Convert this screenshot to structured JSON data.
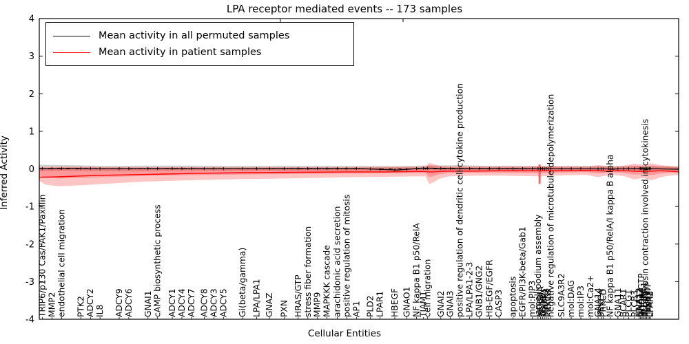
{
  "chart_data": {
    "type": "line",
    "title": "LPA receptor mediated events -- 173 samples",
    "xlabel": "Cellular Entities",
    "ylabel": "Inferred Activity",
    "ylim": [
      -4,
      4
    ],
    "yticks": [
      4,
      3,
      2,
      1,
      0,
      -1,
      -2,
      -3,
      -4
    ],
    "grid": false,
    "legend_position": "upper left",
    "legend": [
      {
        "label": "Mean activity in all permuted samples",
        "color": "#000000"
      },
      {
        "label": "Mean activity in patient samples",
        "color": "#ff0000"
      }
    ],
    "zero_line": {
      "y": 0,
      "style": "dash-dot",
      "color": "#000000"
    },
    "entities": [
      {
        "label": "TRIP6/p130 Cas/FAK1/Paxillin",
        "x": 0.005
      },
      {
        "label": "MMP2",
        "x": 0.02
      },
      {
        "label": "endothelial cell migration",
        "x": 0.035
      },
      {
        "label": "PTK2",
        "x": 0.065
      },
      {
        "label": "ADCY2",
        "x": 0.08
      },
      {
        "label": "IL8",
        "x": 0.095
      },
      {
        "label": "ADCY9",
        "x": 0.125
      },
      {
        "label": "ADCY6",
        "x": 0.14
      },
      {
        "label": "GNAI1",
        "x": 0.17
      },
      {
        "label": "cAMP biosynthetic process",
        "x": 0.185
      },
      {
        "label": "ADCY1",
        "x": 0.208
      },
      {
        "label": "ADCY4",
        "x": 0.223
      },
      {
        "label": "ADCY7",
        "x": 0.238
      },
      {
        "label": "ADCY8",
        "x": 0.258
      },
      {
        "label": "ADCY3",
        "x": 0.273
      },
      {
        "label": "ADCY5",
        "x": 0.288
      },
      {
        "label": "Gi(beta/gamma)",
        "x": 0.318
      },
      {
        "label": "LPA/LPA1",
        "x": 0.34
      },
      {
        "label": "GNAZ",
        "x": 0.36
      },
      {
        "label": "PXN",
        "x": 0.383
      },
      {
        "label": "HRAS/GTP",
        "x": 0.405
      },
      {
        "label": "stress fiber formation",
        "x": 0.42
      },
      {
        "label": "MMP9",
        "x": 0.435
      },
      {
        "label": "MAPKKK cascade",
        "x": 0.45
      },
      {
        "label": "arachidonic acid secretion",
        "x": 0.466
      },
      {
        "label": "positive regulation of mitosis",
        "x": 0.481
      },
      {
        "label": "AP1",
        "x": 0.496
      },
      {
        "label": "PLD2",
        "x": 0.518
      },
      {
        "label": "LPAR1",
        "x": 0.533
      },
      {
        "label": "HBEGF",
        "x": 0.556
      },
      {
        "label": "GNAO1",
        "x": 0.575
      },
      {
        "label": "NF kappa B1 p50/RelA",
        "x": 0.59
      },
      {
        "label": "TIAM1",
        "x": 0.601
      },
      {
        "label": "cell migration",
        "x": 0.607
      },
      {
        "label": "GNAI2",
        "x": 0.628
      },
      {
        "label": "GNAI3",
        "x": 0.643
      },
      {
        "label": "positive regulation of dendritic cell cytokine production",
        "x": 0.658
      },
      {
        "label": "LPA/LPA1-2-3",
        "x": 0.673
      },
      {
        "label": "GNB1/GNG2",
        "x": 0.688
      },
      {
        "label": "HB-EGF/EGFR",
        "x": 0.704
      },
      {
        "label": "CASP3",
        "x": 0.719
      },
      {
        "label": "apoptosis",
        "x": 0.741
      },
      {
        "label": "EGFR/PI3K-beta/Gab1",
        "x": 0.756
      },
      {
        "label": "mol:PIP3",
        "x": 0.771
      },
      {
        "label": "lamellipodium assembly",
        "x": 0.78
      },
      {
        "label": "NFKBIA",
        "x": 0.784
      },
      {
        "label": "TRIP6",
        "x": 0.787
      },
      {
        "label": "MAPK1",
        "x": 0.79
      },
      {
        "label": "MAPK3",
        "x": 0.793
      },
      {
        "label": "PRKCB",
        "x": 0.796
      },
      {
        "label": "negative regulation of microtubule depolymerization",
        "x": 0.8
      },
      {
        "label": "SLC9A3R2",
        "x": 0.817
      },
      {
        "label": "mol:DAG",
        "x": 0.832
      },
      {
        "label": "mol:IP3",
        "x": 0.847
      },
      {
        "label": "mol:Ca2+",
        "x": 0.862
      },
      {
        "label": "GNA14",
        "x": 0.874
      },
      {
        "label": "PRKCA",
        "x": 0.879
      },
      {
        "label": "PRKCD",
        "x": 0.882
      },
      {
        "label": "NF kappa B1 p50/RelA/I kappa B alpha",
        "x": 0.893
      },
      {
        "label": "GNA11",
        "x": 0.905
      },
      {
        "label": "BCAR1",
        "x": 0.914
      },
      {
        "label": "PLCG1",
        "x": 0.922
      },
      {
        "label": "PLCB3",
        "x": 0.931
      },
      {
        "label": "GNA12",
        "x": 0.938
      },
      {
        "label": "GNA13",
        "x": 0.94
      },
      {
        "label": "RHOA/GTP",
        "x": 0.942
      },
      {
        "label": "ROCK1",
        "x": 0.944
      },
      {
        "label": "PLCB1",
        "x": 0.946
      },
      {
        "label": "actomyosin contraction involved in cytokinesis",
        "x": 0.948
      },
      {
        "label": "PLCB2",
        "x": 0.95
      },
      {
        "label": "mol:GTP",
        "x": 0.952
      },
      {
        "label": "LPAR2",
        "x": 0.954
      },
      {
        "label": "LPAR3",
        "x": 0.956
      }
    ],
    "series": [
      {
        "name": "Mean activity in all permuted samples",
        "color": "#000000",
        "band_color": "#999999",
        "band_opacity": 0.45,
        "x": [
          0.0,
          0.05,
          0.1,
          0.2,
          0.3,
          0.4,
          0.5,
          0.56,
          0.6,
          0.66,
          0.7,
          0.8,
          0.9,
          0.95,
          1.0
        ],
        "mean": [
          0.01,
          0.015,
          0.005,
          0.01,
          0.005,
          0.01,
          0.01,
          -0.03,
          0.02,
          0.01,
          0.01,
          0.005,
          0.0,
          0.01,
          -0.01
        ],
        "lo": [
          -0.06,
          -0.05,
          -0.06,
          -0.05,
          -0.05,
          -0.05,
          -0.05,
          -0.07,
          -0.05,
          -0.06,
          -0.05,
          -0.05,
          -0.06,
          -0.05,
          -0.07
        ],
        "hi": [
          0.11,
          0.1,
          0.08,
          0.09,
          0.08,
          0.08,
          0.08,
          0.07,
          0.09,
          0.1,
          0.08,
          0.08,
          0.08,
          0.08,
          0.07
        ]
      },
      {
        "name": "Mean activity in patient samples",
        "color": "#ff0000",
        "band_color": "#ff2a2a",
        "band_opacity": 0.28,
        "x": [
          0.0,
          0.01,
          0.03,
          0.06,
          0.1,
          0.16,
          0.24,
          0.32,
          0.4,
          0.48,
          0.54,
          0.59,
          0.604,
          0.61,
          0.616,
          0.626,
          0.64,
          0.68,
          0.72,
          0.76,
          0.7805,
          0.7825,
          0.7845,
          0.82,
          0.856,
          0.874,
          0.886,
          0.9,
          0.916,
          0.93,
          0.944,
          0.958,
          0.972,
          0.986,
          1.0
        ],
        "mean": [
          -0.22,
          -0.22,
          -0.21,
          -0.19,
          -0.17,
          -0.15,
          -0.12,
          -0.1,
          -0.09,
          -0.08,
          -0.08,
          -0.07,
          -0.07,
          -0.08,
          -0.08,
          -0.07,
          -0.06,
          -0.06,
          -0.05,
          -0.05,
          -0.05,
          -0.06,
          -0.05,
          -0.05,
          -0.04,
          -0.05,
          -0.06,
          -0.05,
          -0.05,
          -0.06,
          -0.07,
          -0.06,
          -0.05,
          -0.06,
          -0.08
        ],
        "lo": [
          -0.32,
          -0.42,
          -0.46,
          -0.44,
          -0.4,
          -0.34,
          -0.3,
          -0.27,
          -0.25,
          -0.22,
          -0.21,
          -0.2,
          -0.2,
          -0.4,
          -0.36,
          -0.26,
          -0.2,
          -0.18,
          -0.18,
          -0.19,
          -0.2,
          -0.4,
          -0.2,
          -0.17,
          -0.16,
          -0.22,
          -0.18,
          -0.16,
          -0.2,
          -0.28,
          -0.24,
          -0.3,
          -0.22,
          -0.18,
          -0.16
        ],
        "hi": [
          0.04,
          0.05,
          0.06,
          0.06,
          0.05,
          0.05,
          0.05,
          0.05,
          0.05,
          0.05,
          0.06,
          0.06,
          0.07,
          0.16,
          0.13,
          0.08,
          0.07,
          0.07,
          0.07,
          0.07,
          0.08,
          0.12,
          0.08,
          0.07,
          0.07,
          0.1,
          0.08,
          0.07,
          0.09,
          0.14,
          0.11,
          0.15,
          0.1,
          0.08,
          0.06
        ]
      }
    ],
    "annotations": {
      "red_vertical_bar": {
        "x": 0.7825,
        "y_top": 0.12,
        "y_bottom": -0.4
      },
      "arrow_bulge": {
        "x": 0.61,
        "y_top": 0.16,
        "y_bottom": -0.4
      }
    }
  }
}
